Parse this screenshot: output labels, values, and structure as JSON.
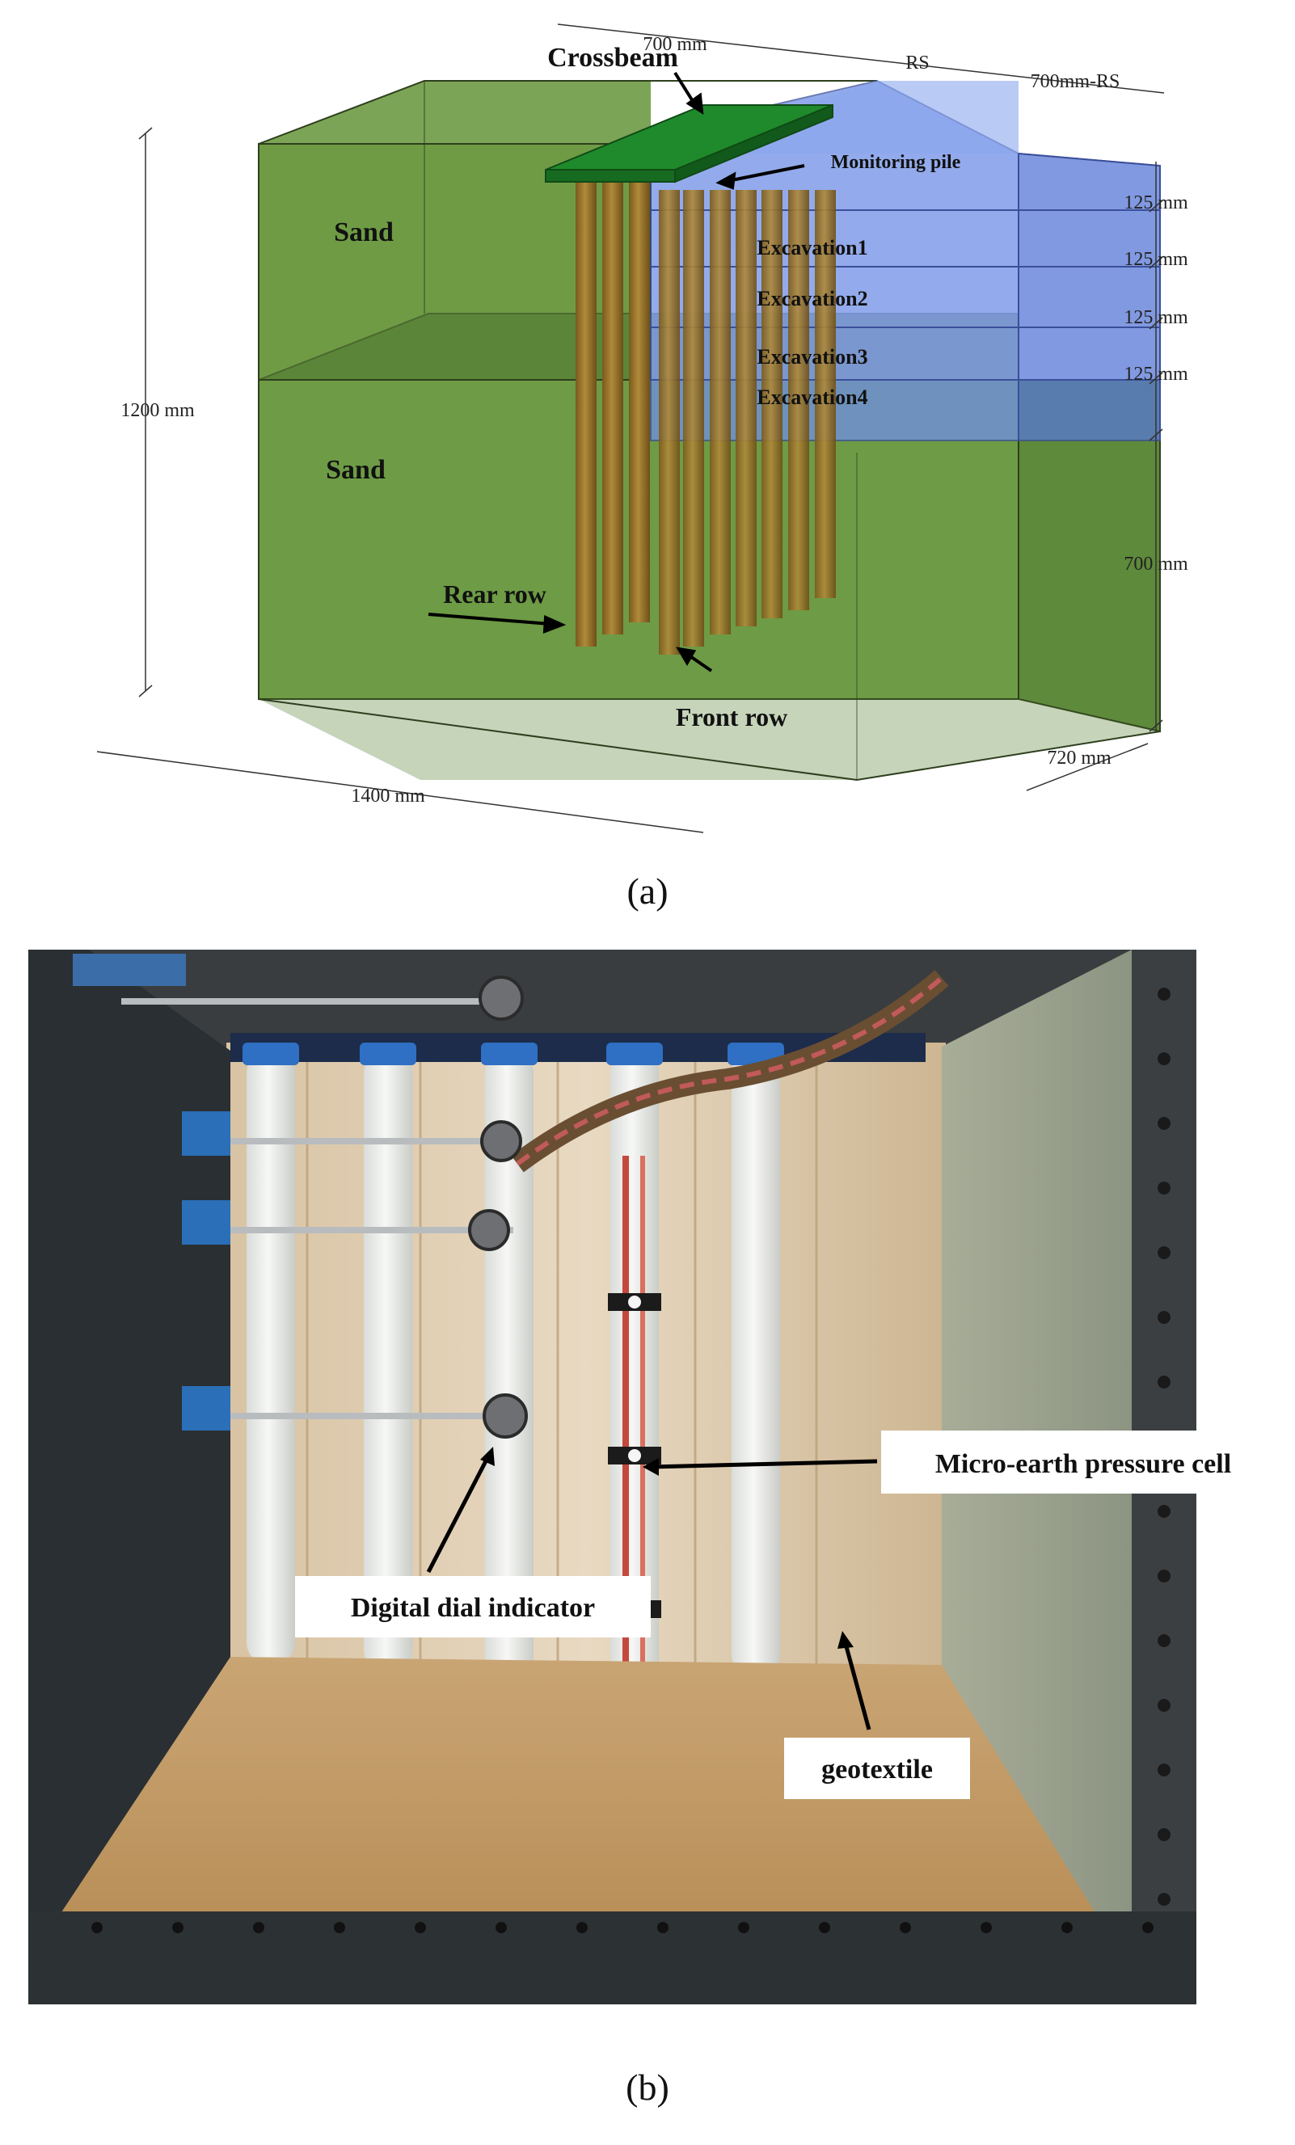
{
  "panel_a": {
    "caption": "(a)",
    "dimensions": {
      "top_width": "700 mm",
      "rs": "RS",
      "remainder": "700mm-RS",
      "height": "1200 mm",
      "layer1": "125 mm",
      "layer2": "125 mm",
      "layer3": "125 mm",
      "layer4": "125 mm",
      "embed": "700 mm",
      "length": "1400 mm",
      "depth": "720 mm"
    },
    "labels": {
      "crossbeam": "Crossbeam",
      "monitoring_pile": "Monitoring pile",
      "sand_upper": "Sand",
      "sand_lower": "Sand",
      "excavation1": "Excavation1",
      "excavation2": "Excavation2",
      "excavation3": "Excavation3",
      "excavation4": "Excavation4",
      "rear_row": "Rear row",
      "front_row": "Front row"
    },
    "colors": {
      "sand": "#6f9a45",
      "excavation": "#6f8fe6",
      "crossbeam": "#1f8a2b",
      "pile": "#9a7a2e"
    }
  },
  "panel_b": {
    "caption": "(b)",
    "labels": {
      "pressure_cell": "Micro-earth pressure cell",
      "dial_indicator": "Digital dial indicator",
      "geotextile": "geotextile"
    }
  }
}
